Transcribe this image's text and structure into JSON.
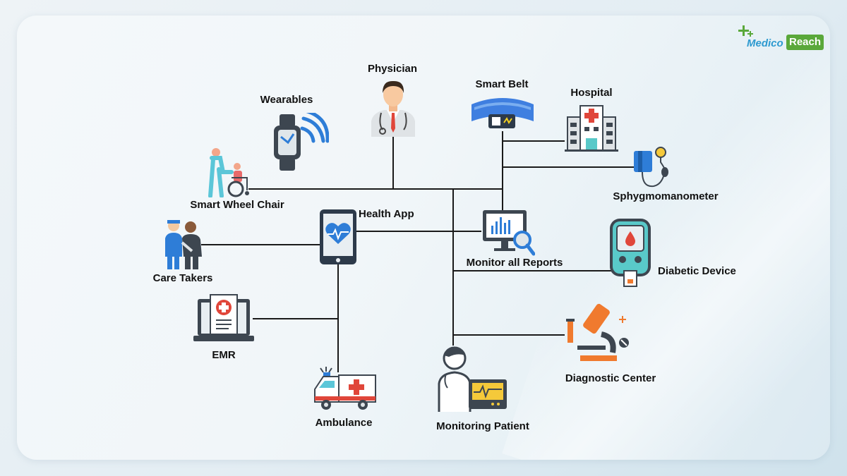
{
  "brand": {
    "part1": "Medico",
    "part2": "Reach"
  },
  "nodes": {
    "physician": "Physician",
    "wearables": "Wearables",
    "smart_belt": "Smart Belt",
    "hospital": "Hospital",
    "sphygmomanometer": "Sphygmomanometer",
    "smart_wheel_chair": "Smart Wheel Chair",
    "health_app": "Health App",
    "monitor_reports": "Monitor all Reports",
    "diabetic_device": "Diabetic Device",
    "care_takers": "Care Takers",
    "emr": "EMR",
    "diagnostic_center": "Diagnostic Center",
    "ambulance": "Ambulance",
    "monitoring_patient": "Monitoring Patient"
  },
  "colors": {
    "line": "#1a1a1a",
    "accent_blue": "#2e7dd7",
    "accent_red": "#e0463a",
    "accent_orange": "#f07a2e",
    "teal": "#59c9c9"
  }
}
